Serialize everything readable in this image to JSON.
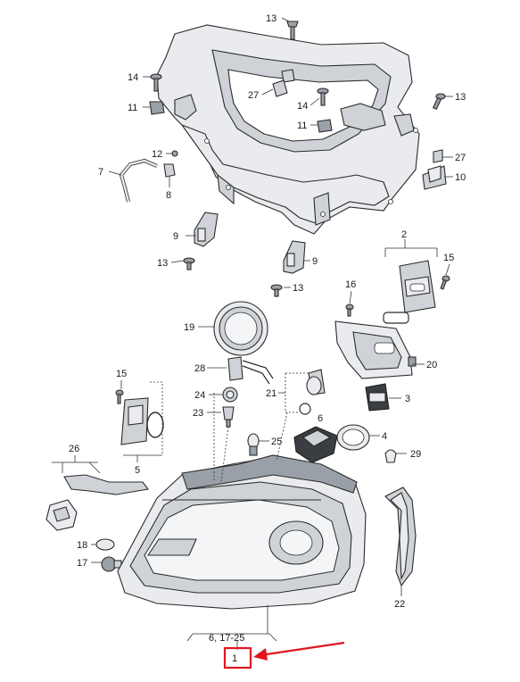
{
  "diagram": {
    "callouts": {
      "c13a": "13",
      "c14a": "14",
      "c11a": "11",
      "c27a": "27",
      "c14b": "14",
      "c11b": "11",
      "c13b": "13",
      "c27b": "27",
      "c10": "10",
      "c12": "12",
      "c7": "7",
      "c8": "8",
      "c9a": "9",
      "c13c": "13",
      "c9b": "9",
      "c13d": "13",
      "c2": "2",
      "c15a": "15",
      "c16": "16",
      "c19": "19",
      "c20": "20",
      "c28": "28",
      "c21": "21",
      "c3": "3",
      "c15b": "15",
      "c24": "24",
      "c23": "23",
      "c6a": "6",
      "c25": "25",
      "c4": "4",
      "c5": "5",
      "c26": "26",
      "c29": "29",
      "c18": "18",
      "c17": "17",
      "c22": "22",
      "c_group": "6, 17-25",
      "c1": "1"
    },
    "highlight": {
      "color": "#e0161e",
      "target": "1"
    }
  }
}
